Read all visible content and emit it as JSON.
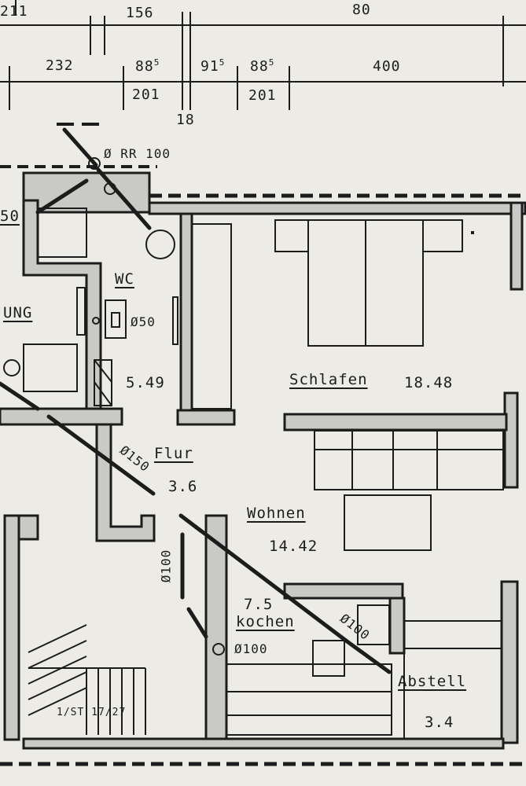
{
  "dimensions": {
    "top_left": "211",
    "top_mid": "156",
    "top_right": "80",
    "row2_a": "232",
    "row2_b": "88",
    "row2_b_sup": "5",
    "row2_c": "91",
    "row2_c_sup": "5",
    "row2_d": "88",
    "row2_d_sup": "5",
    "row2_e": "400",
    "row3_a": "201",
    "row3_b": "201",
    "row3_c": "18"
  },
  "pipes": {
    "rr": "Ø RR 100",
    "wc": "Ø50",
    "flur": "Ø150",
    "vertical": "Ø100",
    "kochen": "Ø100",
    "diag": "Ø100"
  },
  "rooms": {
    "wc": {
      "label": "WC",
      "area": "5.49"
    },
    "left": {
      "label": "UNG"
    },
    "schlafen": {
      "label": "Schlafen",
      "area": "18.48"
    },
    "flur": {
      "label": "Flur",
      "area": "3.6"
    },
    "wohnen": {
      "label": "Wohnen",
      "area": "14.42"
    },
    "kochen": {
      "label": "kochen",
      "area": "7.5"
    },
    "abstell": {
      "label": "Abstell",
      "area": "3.4"
    },
    "left_top": {
      "label": "50"
    }
  },
  "stair": {
    "label": "1/ST 17/27"
  },
  "colors": {
    "wall_fill": "#c9c9c6",
    "ink": "#1c1c1c",
    "paper": "#ecebe6"
  }
}
